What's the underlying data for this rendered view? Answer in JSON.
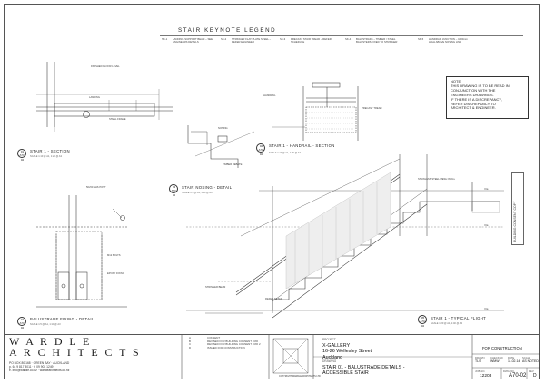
{
  "legend": {
    "title": "STAIR KEYNOTE LEGEND",
    "columns": [
      {
        "code": "SK-1",
        "text": "LANDING SUPPORT BEAM – SEE ENGINEERS DETAILS"
      },
      {
        "code": "SK-2",
        "text": "STRINGER FLAT PLATE STEEL – REFER ENGINEER"
      },
      {
        "code": "SK-3",
        "text": "PRECAST STAIR TREAD – REFER SCHEDULE"
      },
      {
        "code": "SK-4",
        "text": "BALUSTRADE – TIMBER / STEEL BALUSTERS FIXED TO STRINGER"
      },
      {
        "code": "SK-5",
        "text": "HANDRAIL JUNCTION – 1000mm HIGH ABOVE NOSING LINE"
      }
    ]
  },
  "note": {
    "lines": [
      "NOTE:",
      "THIS DRAWING IS TO BE READ IN",
      "CONJUNCTION WITH THE",
      "ENGINEERS DRAWINGS.",
      "IF THERE IS A DISCREPANCY,",
      "REFER DISCREPANCY TO",
      "ARCHITECT & ENGINEER."
    ]
  },
  "views": [
    {
      "id": "01",
      "sheet": "A70-02",
      "title": "STAIR 1 - SECTION",
      "scale": "SCALE 1:10 @ A1, 1:20 @ A3"
    },
    {
      "id": "02",
      "sheet": "A70-02",
      "title": "STAIR 1 - HANDRAIL - SECTION",
      "scale": "SCALE 1:10 @ A1, 1:20 @ A3"
    },
    {
      "id": "03",
      "sheet": "A70-02",
      "title": "STAIR NOSING - DETAIL",
      "scale": "SCALE 1:5 @ A1, 1:10 @ A3"
    },
    {
      "id": "04",
      "sheet": "A70-02",
      "title": "BALUSTRADE FIXING - DETAIL",
      "scale": "SCALE 1:5 @ A1, 1:10 @ A3"
    },
    {
      "id": "05",
      "sheet": "A70-02",
      "title": "STAIR 1 - TYPICAL FLIGHT",
      "scale": "SCALE 1:20 @ A1, 1:40 @ A3"
    }
  ],
  "annotations": {
    "landing": "LANDING",
    "finished_floor": "FINISHED FLOOR LEVEL",
    "steel_frame": "STEEL FRAME",
    "precast": "PRECAST TREAD",
    "handrail": "HANDRAIL",
    "nosing": "NOSING",
    "rebate": "TIMBER REBATE",
    "bolt": "M12 BOLTS",
    "epoxy": "EPOXY FIXING",
    "stringer": "STRINGER BEAM",
    "mesh": "STAINLESS STEEL MESH INFILL",
    "post": "50x50 SHS POST",
    "refer": "REFER DETAIL",
    "ve_top": "V.E.",
    "ve_mid": "V.E.",
    "ve_bot": "V.E."
  },
  "title_block": {
    "firm_line1": "W A R D L E",
    "firm_line2": "A R C H I T E C T S",
    "address": [
      "PO BOX 80 168 · GREEN BAY · AUCKLAND",
      "p. 64 9 817 8011  ·  f. 09 903 1249",
      "e. info@wardle.co.nz  ·  wardlearchitects.co.nz"
    ],
    "revisions": [
      {
        "rev": "A",
        "date": "",
        "desc": "CONSENT"
      },
      {
        "rev": "B",
        "date": "",
        "desc": "REVISED FOR BUILDING CONSENT - RFI"
      },
      {
        "rev": "C",
        "date": "",
        "desc": "REVISED FOR BUILDING CONSENT - RFI 2"
      },
      {
        "rev": "D",
        "date": "",
        "desc": "ISSUED FOR CONSTRUCTION"
      }
    ],
    "project_label": "PROJECT",
    "project_lines": [
      "X-GALLERY",
      "16-26 Wellesley Street",
      "Auckland"
    ],
    "drawing_label": "DRAWING",
    "drawing_lines": [
      "STAIR 01 - BALUSTRADE DETAILS -",
      "ACCESSIBLE STAIR"
    ],
    "status": "FOR CONSTRUCTION",
    "drawn_label": "DRAWN",
    "drawn_val": "TLS",
    "checked_label": "CHECKED",
    "checked_val": "WMW",
    "date_label": "DATE",
    "date_val": "11.02.14",
    "scale_label": "SCALE",
    "scale_val": "AS NOTED",
    "job_label": "JOB NO.",
    "job_val": "12203",
    "dwg_label": "DWG NO.",
    "dwg_val": "A70-02",
    "rev_label": "REV",
    "rev_val": "D",
    "copyright": "COPYRIGHT WARDLE ARCHITECTS LTD"
  },
  "stamp": {
    "text": "BUILDING CONSENT COPY"
  }
}
